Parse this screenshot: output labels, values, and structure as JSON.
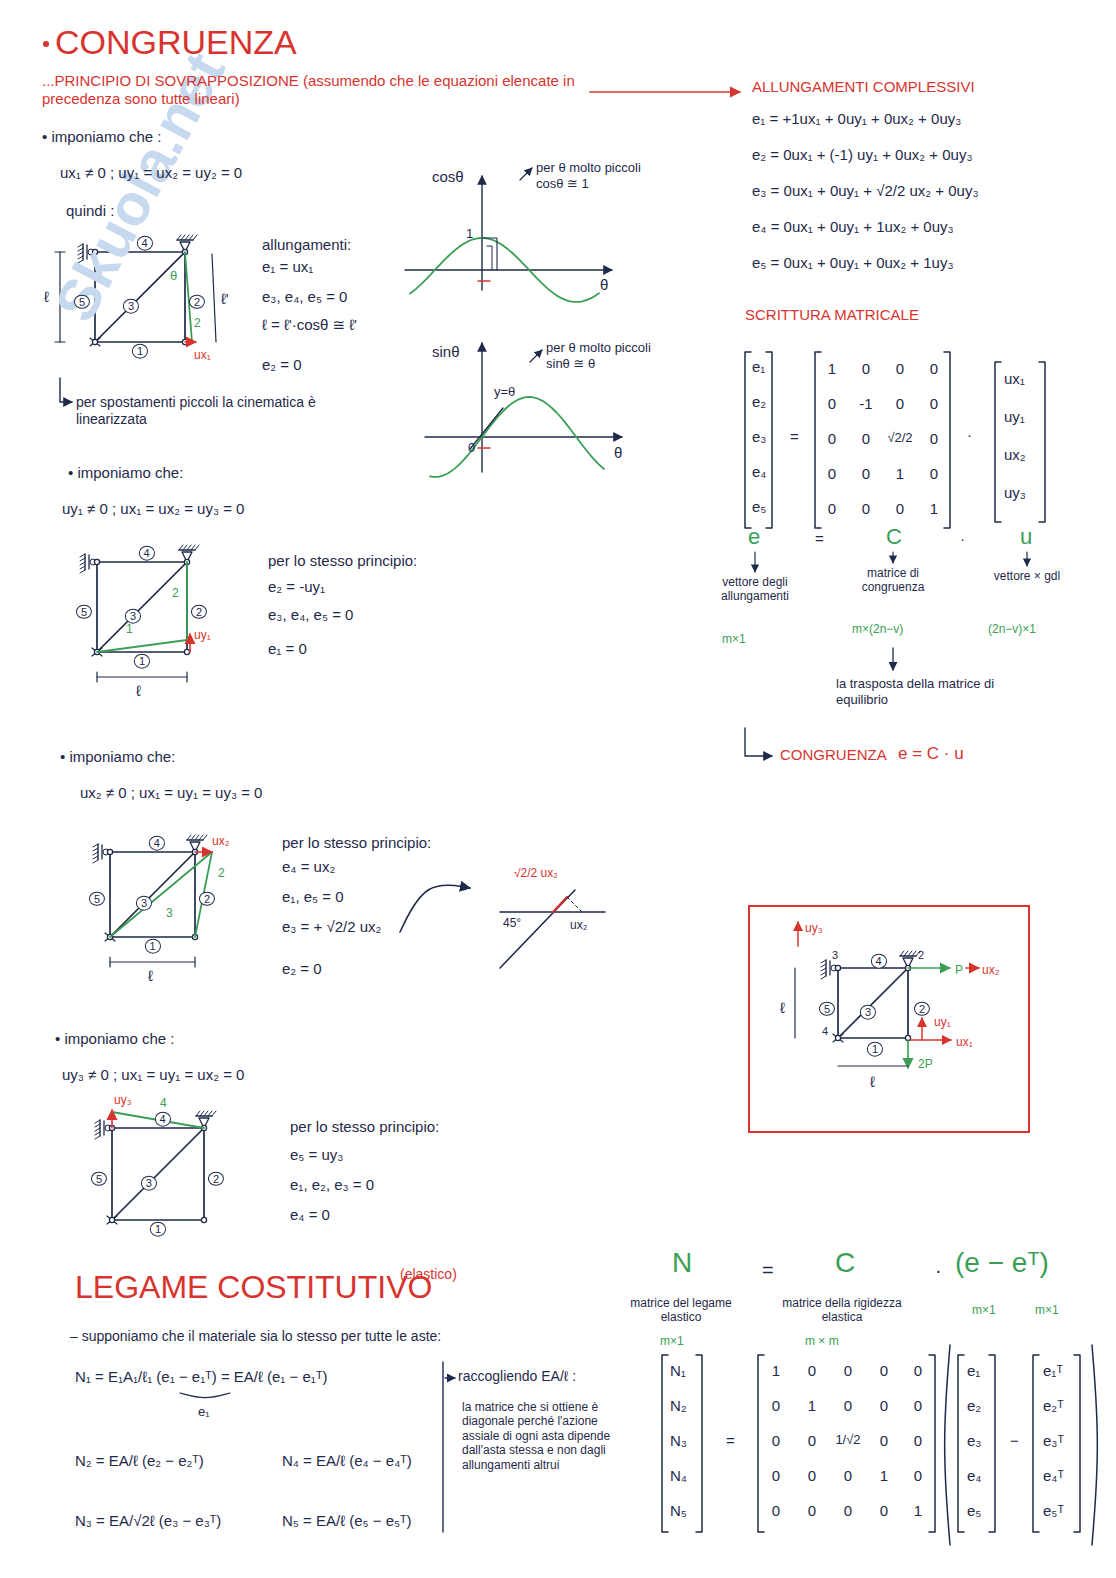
{
  "diagram": {
    "title": "CONGRUENZA",
    "nodes": [
      {
        "text": [
          "uy₃",
          "3",
          "2",
          "P",
          "ux₂",
          "ℓ",
          "4",
          "uy₁",
          "ux₁",
          "2P",
          "ℓ",
          "4",
          "5",
          "3",
          "2",
          "1"
        ]
      }
    ],
    "labels": [
      "...PRINCIPIO DI SOVRAPPOSIZIONE (assumendo che le equazioni elencate in precedenza sono tutte lineari)",
      "ALLUNGAMENTI COMPLESSIVI",
      "e₁ = +1ux₁ + 0uy₁ + 0ux₂ + 0uy₃",
      "e₂ = 0ux₁ + (-1) uy₁ + 0ux₂ + 0uy₃",
      "e₃ = 0ux₁ + 0uy₁ + √2/2 ux₂ + 0uy₃",
      "e₄ = 0ux₁ + 0uy₁ + 1ux₂ + 0uy₃",
      "e₅ = 0ux₁ + 0uy₁ + 0ux₂ + 1uy₃",
      "• imponiamo che :",
      "ux₁ ≠ 0 ; uy₁ = ux₂ = uy₂ = 0",
      "quindi :",
      "allungamenti:",
      "e₁ = ux₁",
      "e₃, e₄, e₅ = 0",
      "ℓ = ℓ'·cosθ ≅ ℓ'",
      "e₂ = 0",
      "per spostamenti piccoli la cinematica è linearizzata",
      "4",
      "5",
      "3",
      "2",
      "1",
      "θ",
      "2",
      "ℓ",
      "ℓ'",
      "ux₁",
      "cosθ",
      "per θ molto piccoli cosθ ≅ 1",
      "1",
      "θ",
      "sinθ",
      "per θ molto piccoli sinθ ≅ θ",
      "y=θ",
      "0",
      "θ",
      "• imponiamo che:",
      "uy₁ ≠ 0 ; ux₁ = ux₂ = uy₃ = 0",
      "per lo stesso principio:",
      "e₂ = -uy₁",
      "e₃, e₄, e₅ = 0",
      "e₁ = 0",
      "4",
      "5",
      "3",
      "2",
      "1",
      "2",
      "1",
      "uy₁",
      "ℓ",
      "• imponiamo che:",
      "ux₂ ≠ 0 ; ux₁ = uy₁ = uy₃ = 0",
      "per lo stesso principio:",
      "e₄ = ux₂",
      "e₁, e₅ = 0",
      "e₃ = + √2/2 ux₂",
      "e₂ = 0",
      "4",
      "5",
      "3",
      "2",
      "1",
      "ux₂",
      "2",
      "3",
      "ℓ",
      "√2/2 ux₂",
      "45°",
      "ux₂",
      "• imponiamo che :",
      "uy₃ ≠ 0 ; ux₁ = uy₁ = ux₂ = 0",
      "per lo stesso principio:",
      "e₅ = uy₃",
      "e₁, e₂, e₃ = 0",
      "e₄ = 0",
      "4",
      "5",
      "3",
      "2",
      "1",
      "uy₃",
      "4",
      "SCRITTURA MATRICALE",
      "e₁",
      "e₂",
      "e₃",
      "e₄",
      "e₅",
      "=",
      "1",
      "0",
      "0",
      "0",
      "0",
      "-1",
      "0",
      "0",
      "0",
      "0",
      "√2/2",
      "0",
      "0",
      "0",
      "1",
      "0",
      "0",
      "0",
      "0",
      "1",
      "·",
      "ux₁",
      "uy₁",
      "ux₂",
      "uy₃",
      "e",
      "=",
      "C",
      "·",
      "u",
      "vettore degli allungamenti",
      "matrice di congruenza",
      "vettore × gdl",
      "m×1",
      "m×(2n−v)",
      "(2n−v)×1",
      "la trasposta della matrice di equilibrio",
      "CONGRUENZA",
      "e = C · u",
      "LEGAME COSTITUTIVO",
      "(elastico)",
      "– supponiamo che il materiale sia lo stesso per tutte le aste:",
      "N₁ = E₁A₁/ℓ₁ (e₁ − e₁ᵀ) = EA/ℓ (e₁ − e₁ᵀ)",
      "e₁",
      "N₂ = EA/ℓ (e₂ − e₂ᵀ)",
      "N₃ = EA/√2ℓ (e₃ − e₃ᵀ)",
      "N₄ = EA/ℓ (e₄ − e₄ᵀ)",
      "N₅ = EA/ℓ (e₅ − e₅ᵀ)",
      "raccogliendo EA/ℓ :",
      "la matrice che si ottiene è diagonale perché l'azione assiale di ogni asta dipende dall'asta stessa e non dagli allungamenti altrui",
      "N",
      "=",
      "C",
      "·",
      "(e − eᵀ)",
      "matrice del legame elastico",
      "m×1",
      "matrice della rigidezza elastica",
      "m × m",
      "m×1",
      "m×1",
      "N₁",
      "N₂",
      "N₃",
      "N₄",
      "N₅",
      "=",
      "1",
      "0",
      "0",
      "0",
      "0",
      "0",
      "1",
      "0",
      "0",
      "0",
      "0",
      "0",
      "1/√2",
      "0",
      "0",
      "0",
      "0",
      "0",
      "1",
      "0",
      "0",
      "0",
      "0",
      "0",
      "1",
      "e₁",
      "e₂",
      "e₃",
      "e₄",
      "e₅",
      "−",
      "e₁ᵀ",
      "e₂ᵀ",
      "e₃ᵀ",
      "e₄ᵀ",
      "e₅ᵀ",
      "Skuola.net"
    ]
  }
}
